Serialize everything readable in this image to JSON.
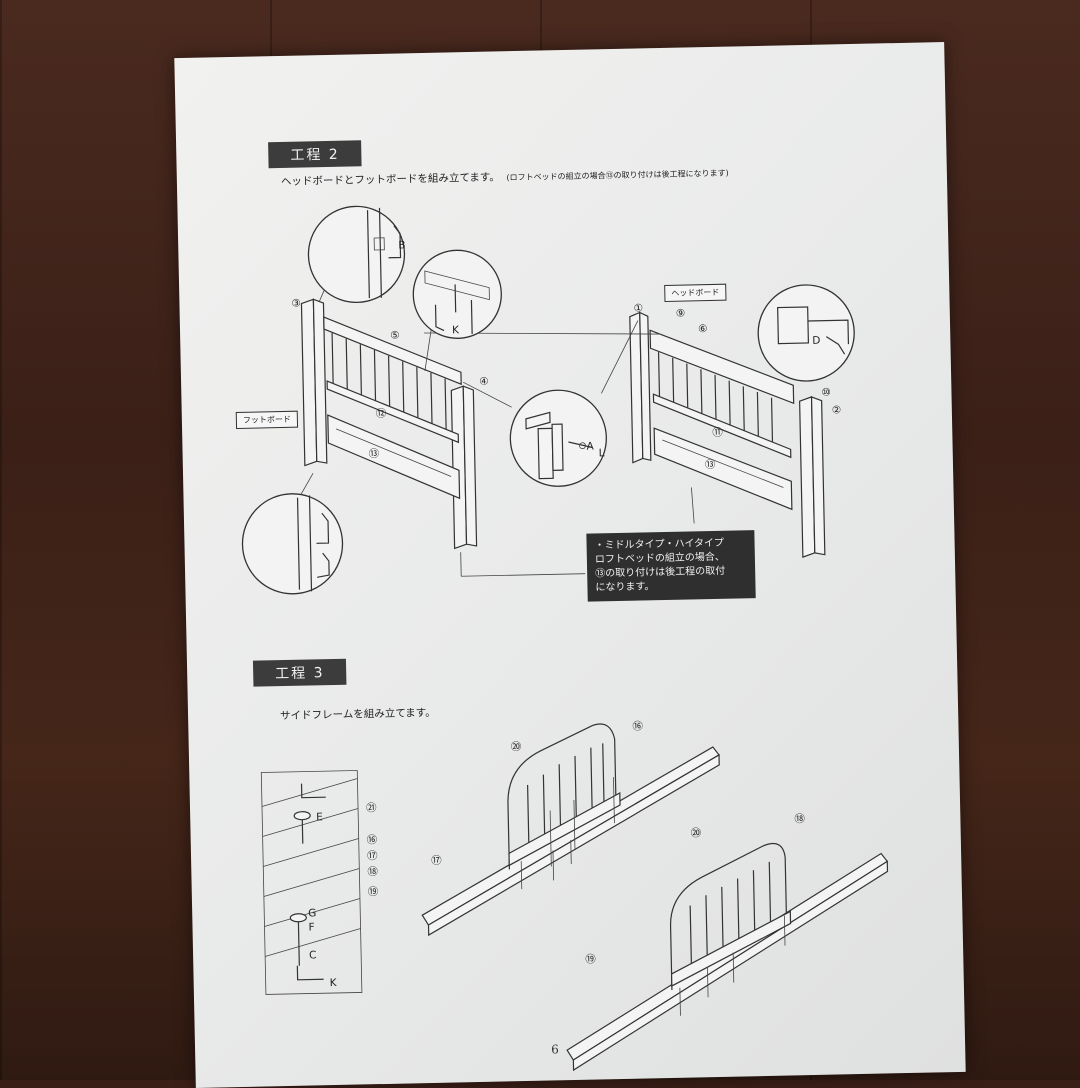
{
  "step2": {
    "label": "工程 2",
    "instruction": "ヘッドボードとフットボードを組み立てます。",
    "instruction_note": "(ロフトベッドの組立の場合⑬の取り付けは後工程になります)",
    "tag_headboard": "ヘッドボード",
    "tag_footboard": "フットボード",
    "note_lines": [
      "・ミドルタイプ・ハイタイプ",
      "ロフトベッドの組立の場合、",
      "⑬の取り付けは後工程の取付",
      "になります。"
    ]
  },
  "step3": {
    "label": "工程 3",
    "instruction": "サイドフレームを組み立てます。"
  },
  "page_number": "6",
  "parts": {
    "p1": "①",
    "p2": "②",
    "p3": "③",
    "p4": "④",
    "p5": "⑤",
    "p6": "⑥",
    "p9": "⑨",
    "p10": "⑩",
    "p11": "⑪",
    "p12": "⑫",
    "p13": "⑬",
    "p16": "⑯",
    "p17": "⑰",
    "p18": "⑱",
    "p19": "⑲",
    "p20": "⑳",
    "p21": "㉑"
  },
  "letters": {
    "A": "A",
    "B": "B",
    "C": "C",
    "D": "D",
    "E": "E",
    "F": "F",
    "G": "G",
    "K": "K",
    "L": "L"
  }
}
